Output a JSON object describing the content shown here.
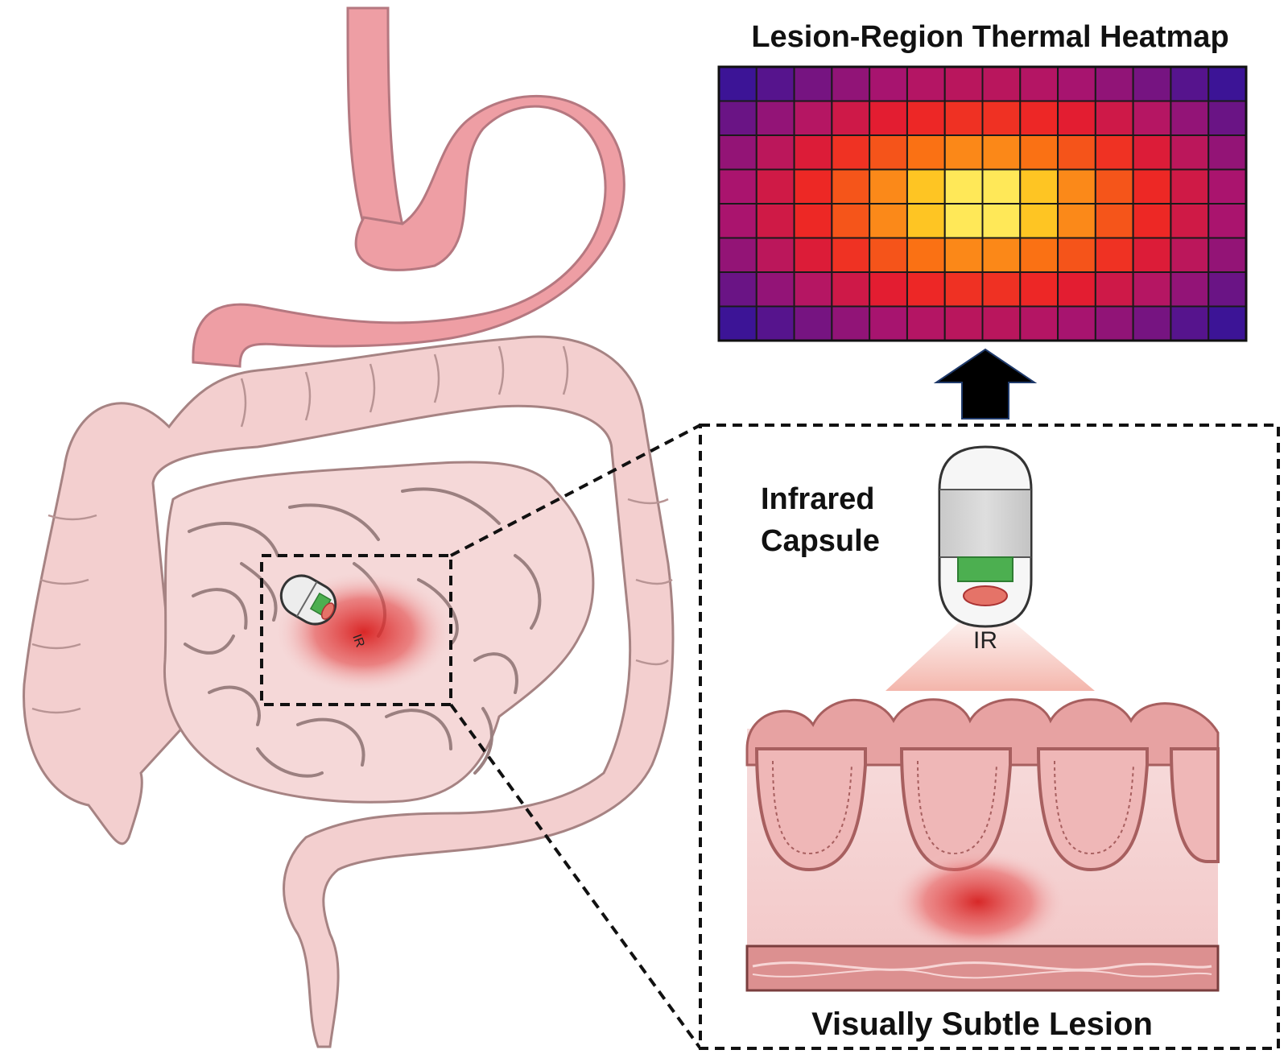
{
  "heatmap": {
    "title": "Lesion-Region Thermal Heatmap",
    "rows": 8,
    "cols": 14
  },
  "capsule": {
    "label_line1": "Infrared",
    "label_line2": "Capsule",
    "ir_label": "IR",
    "mini_ir_label": "IR"
  },
  "tissue": {
    "caption": "Visually Subtle Lesion"
  },
  "colors": {
    "organ_fill": "#f3cfcf",
    "organ_stroke": "#a68383",
    "stomach_fill": "#ee9ea4",
    "lesion": "#d81e1e",
    "lens_green": "#4caf50",
    "ir_cone": "#f2b5ab",
    "arrow": "#000000"
  }
}
